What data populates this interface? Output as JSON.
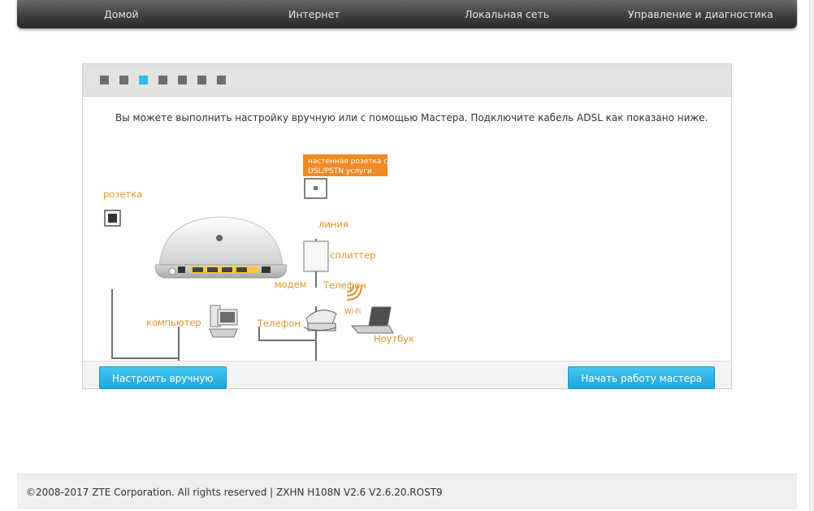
{
  "nav": {
    "items": [
      {
        "label": "Домой"
      },
      {
        "label": "Интернет"
      },
      {
        "label": "Локальная сеть"
      },
      {
        "label": "Управление и диагностика"
      }
    ]
  },
  "wizard": {
    "steps_total": 7,
    "active_step": 3,
    "step_active_color": "#29c1e6",
    "step_color": "#6e6e6e",
    "intro_text": "Вы можете выполнить настройку вручную или с помощью Мастера. Подключите кабель ADSL как показано ниже.",
    "diagram": {
      "wall_socket_label_line1": "настенная розетка с",
      "wall_socket_label_line2": "DSL/PSTN услуги",
      "power_socket": "розетка",
      "line": "линия",
      "splitter": "сплиттер",
      "modem": "модем",
      "phone_top": "Телефон",
      "phone_bottom": "Телефон",
      "computer": "компьютер",
      "wifi": "Wi-Fi",
      "laptop": "Ноутбук"
    },
    "buttons": {
      "manual": "Настроить вручную",
      "start": "Начать работу мастера"
    }
  },
  "footer": {
    "copyright": "©2008-2017 ZTE Corporation. All rights reserved  |   ZXHN H108N V2.6 V2.6.20.ROST9"
  },
  "colors": {
    "accent_button": "#1ba6da",
    "label_orange": "#e8912a",
    "nav_bar": "#3e3e3e"
  }
}
